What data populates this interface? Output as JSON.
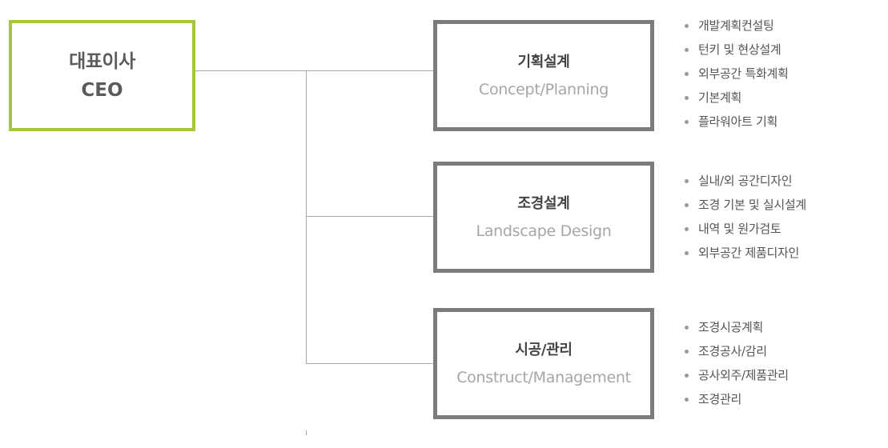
{
  "ceo": {
    "title": "대표이사",
    "subtitle": "CEO"
  },
  "departments": [
    {
      "title": "기획설계",
      "subtitle": "Concept/Planning",
      "items": [
        "개발계획컨설팅",
        "턴키 및 현상설계",
        "외부공간 특화계획",
        "기본계획",
        "플라워아트 기획"
      ]
    },
    {
      "title": "조경설계",
      "subtitle": "Landscape Design",
      "items": [
        "실내/외 공간디자인",
        "조경 기본 및 실시설계",
        "내역 및 원가검토",
        "외부공간 제품디자인"
      ]
    },
    {
      "title": "시공/관리",
      "subtitle": "Construct/Management",
      "items": [
        "조경시공계획",
        "조경공사/감리",
        "공사외주/제품관리",
        "조경관리"
      ]
    }
  ],
  "colors": {
    "ceo_border": "#a8c63c",
    "dept_border": "#7c7c7c",
    "connector": "#a8a8a8",
    "subtitle": "#a6a6a6"
  }
}
